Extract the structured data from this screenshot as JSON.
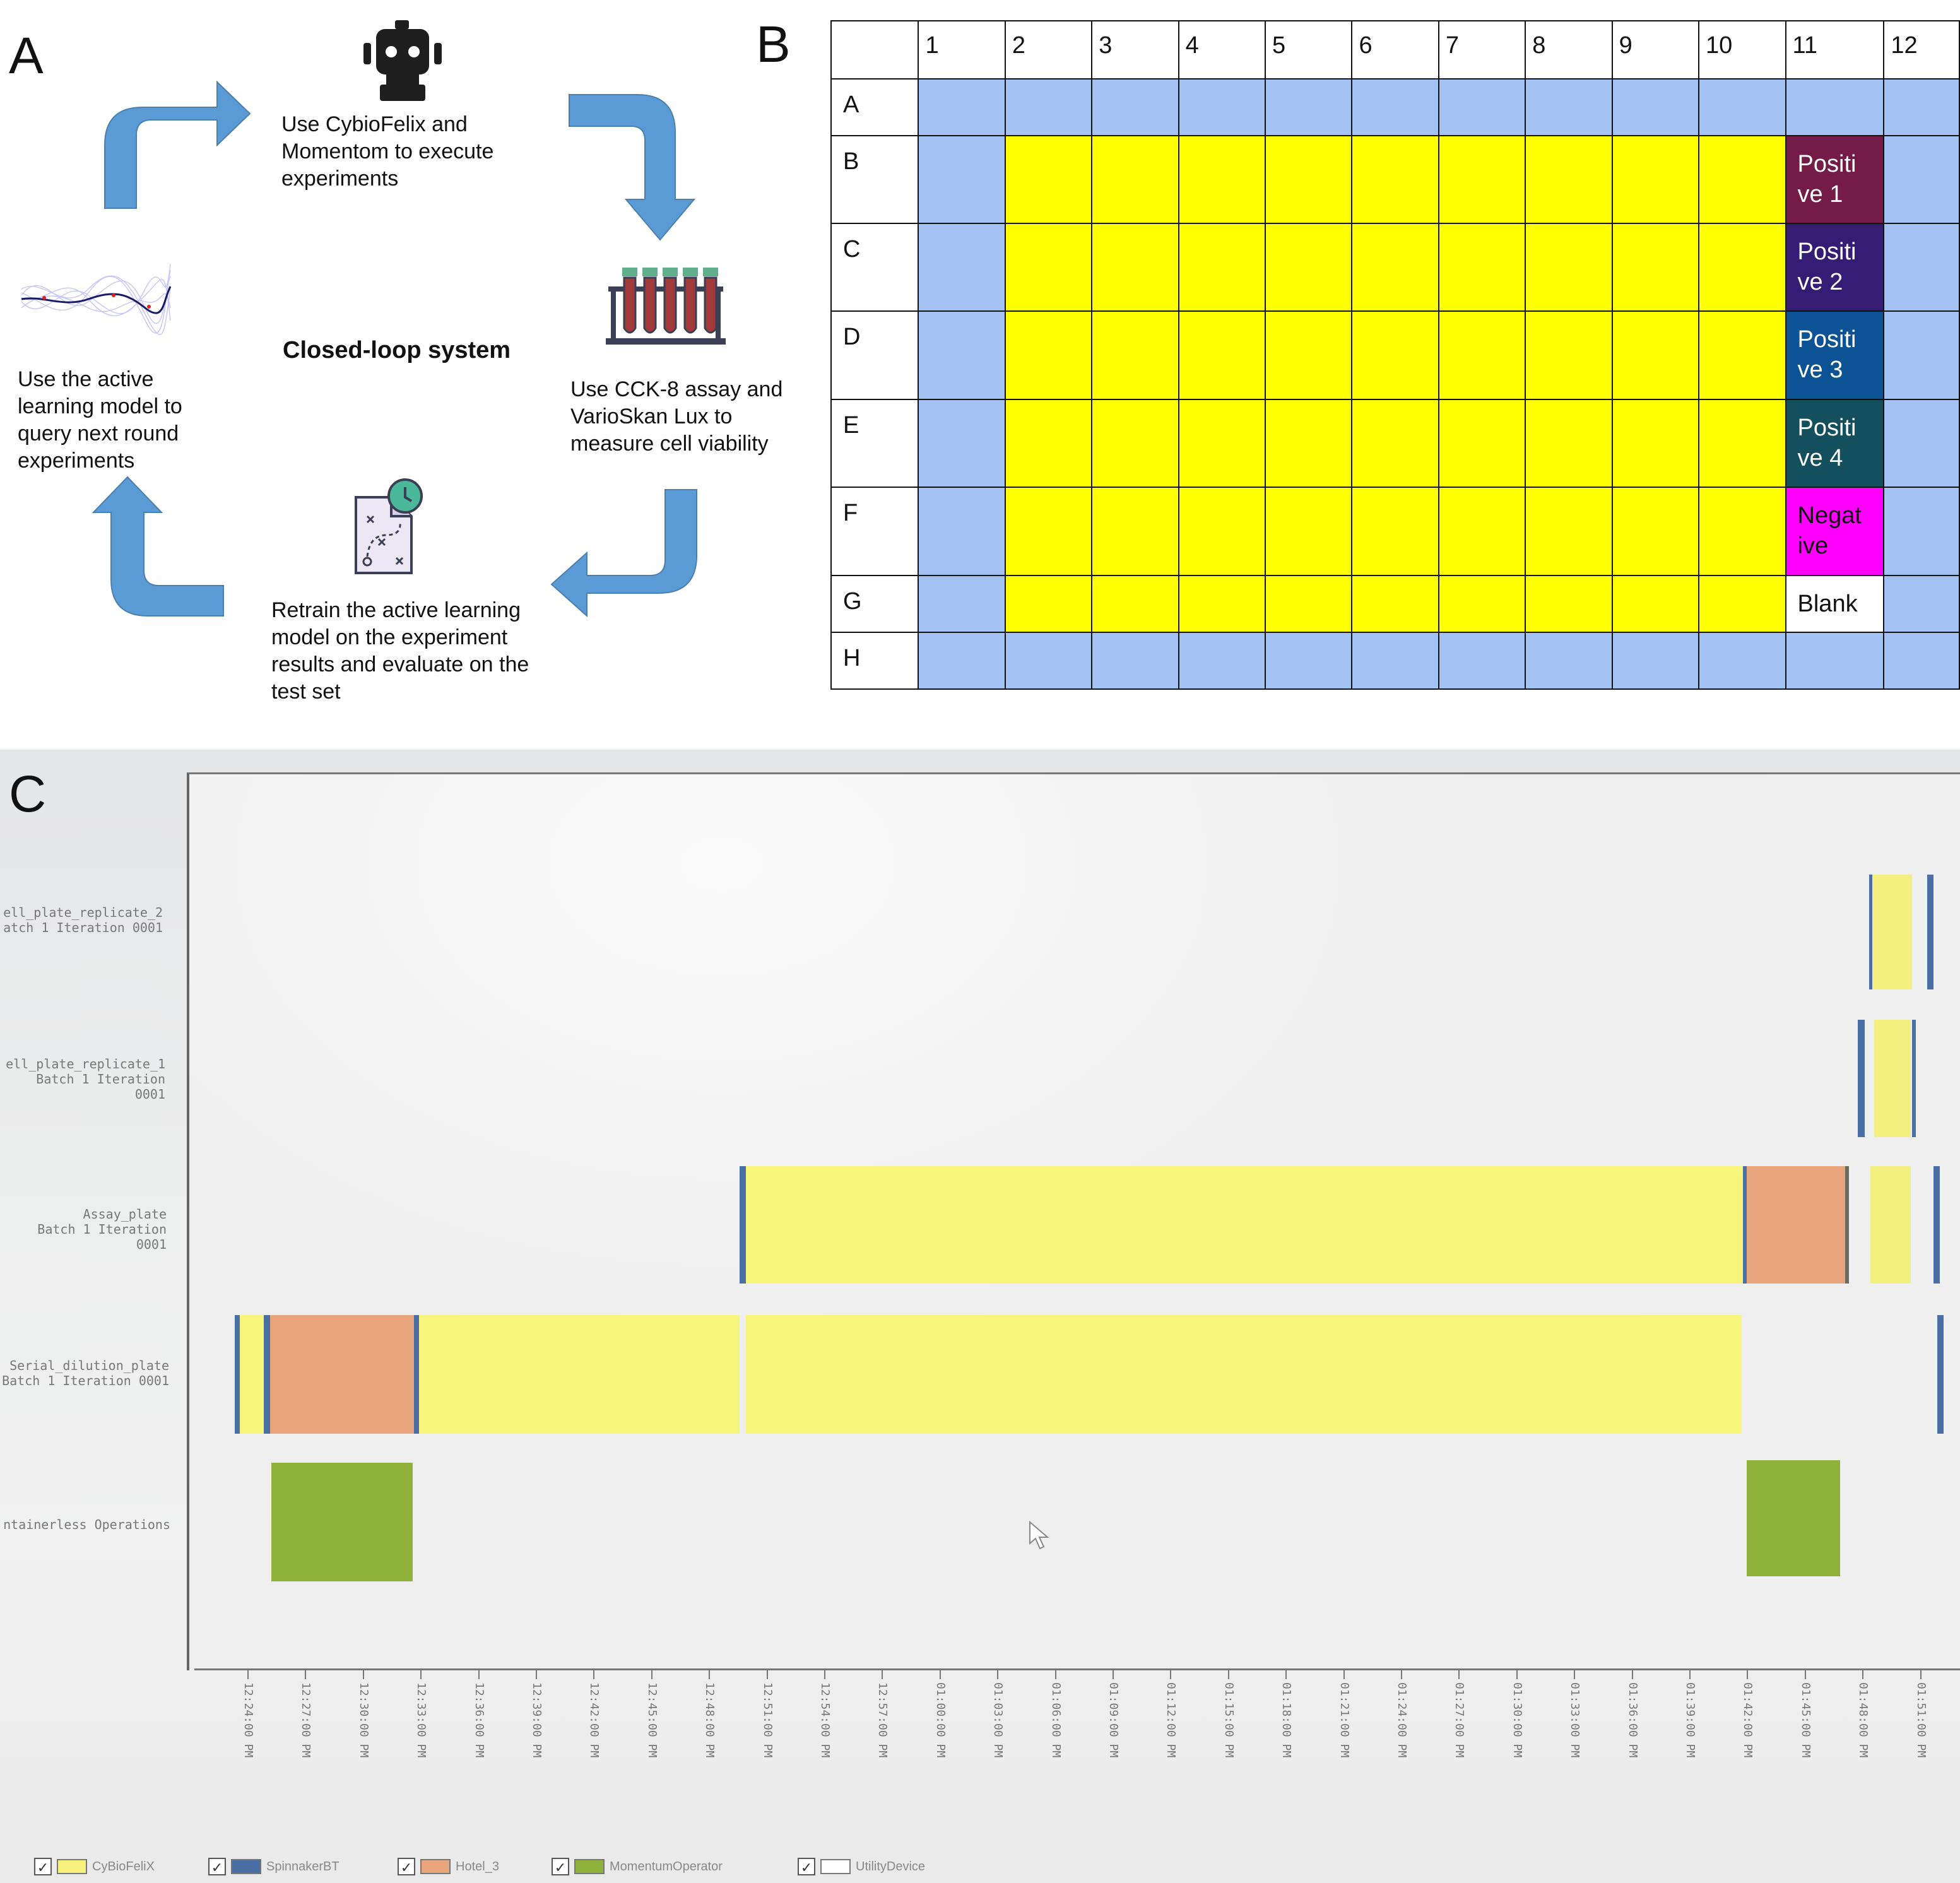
{
  "panel_a": {
    "letter": "A",
    "center_title": "Closed-loop system",
    "step_execute": "Use CybioFelix and Momentom to execute experiments",
    "step_measure": "Use CCK-8 assay and VarioSkan Lux to measure cell viability",
    "step_retrain": "Retrain the active learning model on the experiment results and evaluate on the test set",
    "step_query": "Use the active learning model to query next round experiments",
    "icons": [
      "robot-icon",
      "test-tube-rack-icon",
      "strategy-document-icon",
      "gaussian-process-plot-icon",
      "cycle-arrow-icon"
    ],
    "arrow_color": "#5b9bd5"
  },
  "panel_b": {
    "letter": "B",
    "columns": [
      "1",
      "2",
      "3",
      "4",
      "5",
      "6",
      "7",
      "8",
      "9",
      "10",
      "11",
      "12"
    ],
    "rows": [
      "A",
      "B",
      "C",
      "D",
      "E",
      "F",
      "G",
      "H"
    ],
    "controls": [
      {
        "row": "B",
        "label": "Positive 1",
        "line1": "Positi",
        "line2": "ve 1",
        "color": "#741b47"
      },
      {
        "row": "C",
        "label": "Positive 2",
        "line1": "Positi",
        "line2": "ve 2",
        "color": "#351c75"
      },
      {
        "row": "D",
        "label": "Positive 3",
        "line1": "Positi",
        "line2": "ve 3",
        "color": "#0b5394"
      },
      {
        "row": "E",
        "label": "Positive 4",
        "line1": "Positi",
        "line2": "ve 4",
        "color": "#134f5c"
      },
      {
        "row": "F",
        "label": "Negative",
        "line1": "Negat",
        "line2": "ive",
        "color": "#ff00ff"
      },
      {
        "row": "G",
        "label": "Blank",
        "line1": "Blank",
        "line2": "",
        "color": "#ffffff"
      }
    ],
    "colors": {
      "edge": "#a4c2f4",
      "sample": "#ffff00"
    }
  },
  "panel_c": {
    "letter": "C",
    "row_labels": [
      {
        "line1": "ell_plate_replicate_2",
        "line2": "atch 1 Iteration 0001"
      },
      {
        "line1": "ell_plate_replicate_1",
        "line2": "Batch 1 Iteration 0001"
      },
      {
        "line1": "Assay_plate",
        "line2": "Batch 1 Iteration 0001"
      },
      {
        "line1": "Serial_dilution_plate",
        "line2": "Batch 1 Iteration 0001"
      },
      {
        "line1": "ntainerless Operations",
        "line2": ""
      }
    ],
    "time_ticks": [
      "12:24:00 PM",
      "12:27:00 PM",
      "12:30:00 PM",
      "12:33:00 PM",
      "12:36:00 PM",
      "12:39:00 PM",
      "12:42:00 PM",
      "12:45:00 PM",
      "12:48:00 PM",
      "12:51:00 PM",
      "12:54:00 PM",
      "12:57:00 PM",
      "01:00:00 PM",
      "01:03:00 PM",
      "01:06:00 PM",
      "01:09:00 PM",
      "01:12:00 PM",
      "01:15:00 PM",
      "01:18:00 PM",
      "01:21:00 PM",
      "01:24:00 PM",
      "01:27:00 PM",
      "01:30:00 PM",
      "01:33:00 PM",
      "01:36:00 PM",
      "01:39:00 PM",
      "01:42:00 PM",
      "01:45:00 PM",
      "01:48:00 PM",
      "01:51:00 PM"
    ],
    "legend": [
      {
        "label": "CyBioFeliX",
        "color": "#f5f07a"
      },
      {
        "label": "SpinnakerBT",
        "color": "#4a6fa5"
      },
      {
        "label": "Hotel_3",
        "color": "#e8a57c"
      },
      {
        "label": "MomentumOperator",
        "color": "#8fb33a"
      },
      {
        "label": "UtilityDevice",
        "color": "#ffffff"
      }
    ]
  }
}
